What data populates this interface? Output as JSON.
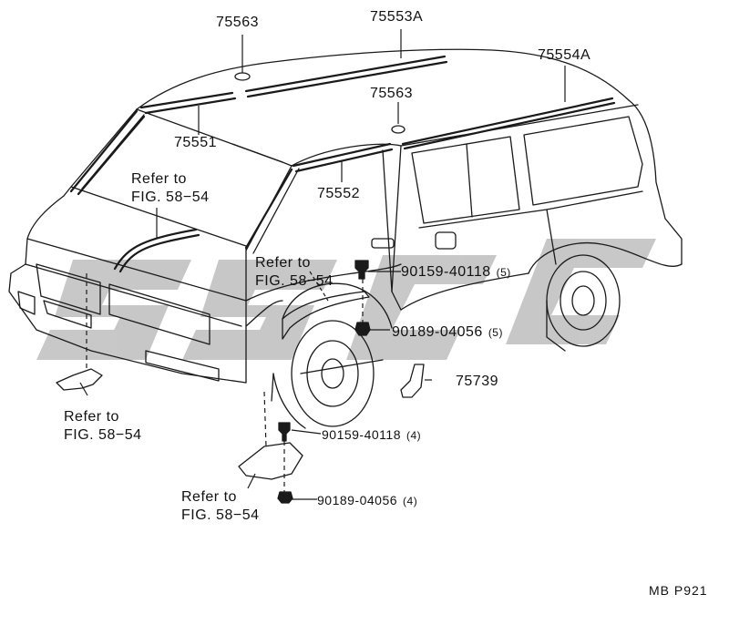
{
  "parts": {
    "p75563_top": "75563",
    "p75553A": "75553A",
    "p75554A": "75554A",
    "p75563_mid": "75563",
    "p75551": "75551",
    "p75552": "75552",
    "p90159_upper": "90159-40118",
    "p90159_upper_qty": "(5)",
    "p90189_upper": "90189-04056",
    "p90189_upper_qty": "(5)",
    "p75739": "75739",
    "p90159_lower": "90159-40118",
    "p90159_lower_qty": "(4)",
    "p90189_lower": "90189-04056",
    "p90189_lower_qty": "(4)"
  },
  "refs": {
    "ref_windshield_1": "Refer to",
    "ref_windshield_2": "FIG. 58−54",
    "ref_fender_1": "Refer to",
    "ref_fender_2": "FIG. 58−54",
    "ref_front_1": "Refer to",
    "ref_front_2": "FIG. 58−54",
    "ref_bottom_1": "Refer to",
    "ref_bottom_2": "FIG. 58−54"
  },
  "diagram_code": "MB P921",
  "colors": {
    "line": "#1a1a1a",
    "watermark": "#9a9a9a"
  }
}
